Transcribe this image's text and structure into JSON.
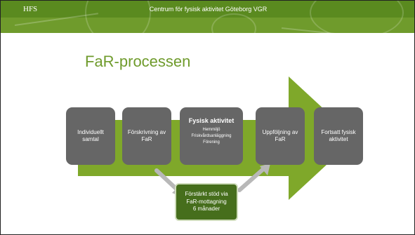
{
  "header": {
    "logo": "HFS",
    "title": "Centrum för fysisk aktivitet Göteborg VGR"
  },
  "slide": {
    "title": "FaR-processen"
  },
  "steps": [
    {
      "label": "Individuellt samtal"
    },
    {
      "label": "Förskrivning av FaR"
    },
    {
      "label": "Fysisk aktivitet",
      "sub": [
        "Hemmiljö",
        "Friskvårdsanläggning",
        "Förening"
      ]
    },
    {
      "label": "Uppföljning av FaR"
    },
    {
      "label": "Fortsatt fysisk aktivitet"
    }
  ],
  "support": {
    "lines": [
      "Förstärkt stöd via",
      "FaR-mottagning",
      "6 månader"
    ]
  },
  "colors": {
    "brand_green": "#6f9b2c",
    "arrow_green": "#7fa82a",
    "step_gray": "#666666",
    "support_green": "#466e1c"
  }
}
